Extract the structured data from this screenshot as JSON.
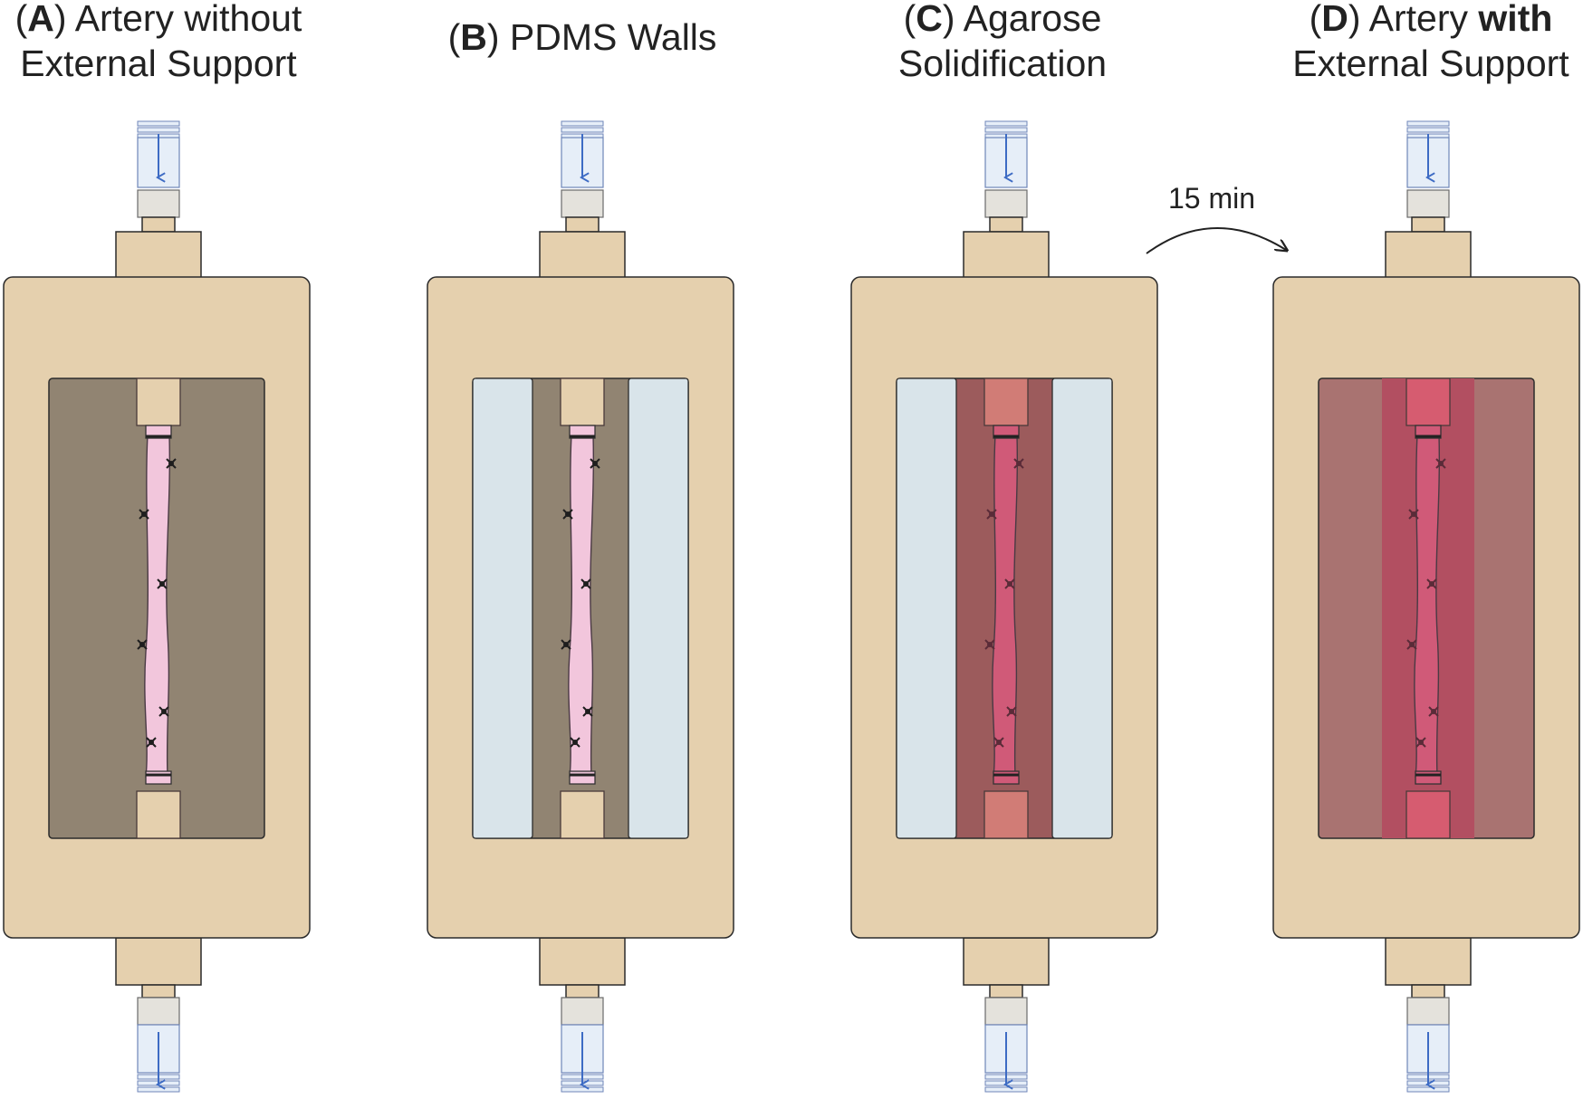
{
  "panels": [
    {
      "key": "A",
      "title_line1_prefix": "(",
      "title_letter": "A",
      "title_line1_rest": ") Artery without",
      "title_line1_bold": "",
      "title_line2": "External Support",
      "channel": "empty",
      "has_pdms_walls": false,
      "has_agarose": false
    },
    {
      "key": "B",
      "title_line1_prefix": "(",
      "title_letter": "B",
      "title_line1_rest": ") PDMS Walls",
      "title_line1_bold": "",
      "title_line2": "",
      "channel": "empty",
      "has_pdms_walls": true,
      "has_agarose": false
    },
    {
      "key": "C",
      "title_line1_prefix": "(",
      "title_letter": "C",
      "title_line1_rest": ") Agarose",
      "title_line1_bold": "",
      "title_line2": "Solidification",
      "channel": "agarose-liquid",
      "has_pdms_walls": true,
      "has_agarose": true
    },
    {
      "key": "D",
      "title_line1_prefix": "(",
      "title_letter": "D",
      "title_line1_rest": ") Artery ",
      "title_line1_bold": "with",
      "title_line2": "External Support",
      "channel": "agarose-solid",
      "has_pdms_walls": false,
      "has_agarose": true
    }
  ],
  "transition": {
    "label": "15 min",
    "from": "C",
    "to": "D"
  },
  "colors": {
    "chamber": "#e5d0ae",
    "chamber_stroke": "#2b2b2b",
    "channel_empty": "#918472",
    "pdms_wall": "#d9e4ea",
    "agarose_liquid": "#9c5b5c",
    "agarose_solid_outer": "#a97371",
    "agarose_solid_inner": "#b24f61",
    "artery_pink": "#f2c6dc",
    "artery_red": "#d05a78",
    "luer_fitting": "#e6eef8",
    "flow_arrow": "#3d6bc4",
    "text": "#222222"
  },
  "icons": [
    "flow-down-arrow-icon",
    "suture-knot-icon",
    "curved-arrow-icon"
  ]
}
